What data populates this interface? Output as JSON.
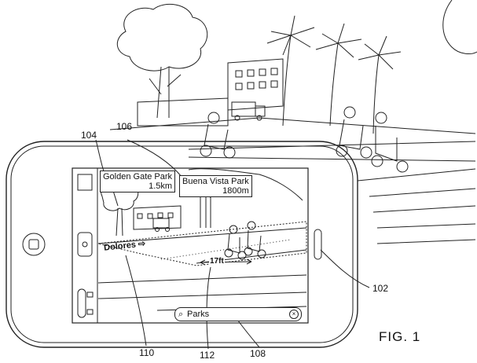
{
  "callouts": {
    "golden_gate": {
      "name": "Golden Gate Park",
      "distance": "1.5km"
    },
    "buena_vista": {
      "name": "Buena Vista Park",
      "distance": "1800m"
    }
  },
  "street_label": "Dolores",
  "distance_marker": "17ft",
  "search": {
    "value": "Parks",
    "icon": "magnifier-icon",
    "clear_icon": "clear-icon"
  },
  "reference_numerals": {
    "n104": "104",
    "n106": "106",
    "n102": "102",
    "n110": "110",
    "n112": "112",
    "n108": "108"
  },
  "figure_label": "FIG. 1"
}
